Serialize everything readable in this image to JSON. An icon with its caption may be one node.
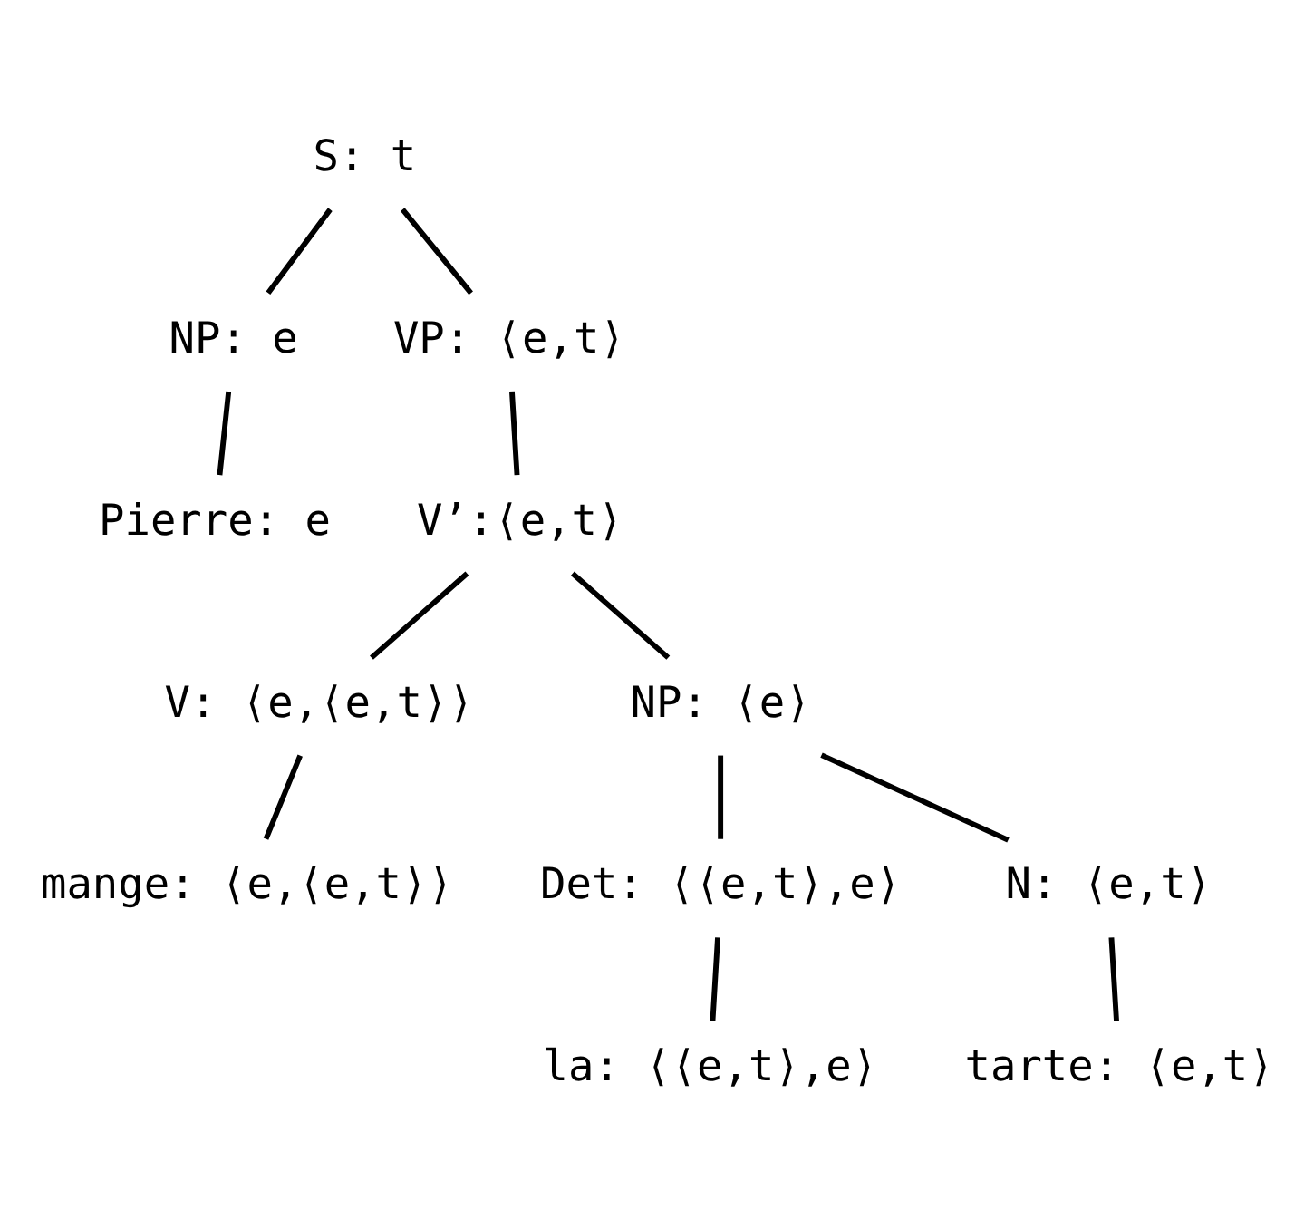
{
  "diagram": {
    "nodes": [
      {
        "text": [
          "S: t"
        ]
      },
      {
        "text": [
          "NP: e"
        ]
      },
      {
        "text": [
          "VP: ⟨e,t⟩"
        ]
      },
      {
        "text": [
          "Pierre: e"
        ]
      },
      {
        "text": [
          "V’:⟨e,t⟩"
        ]
      },
      {
        "text": [
          "V: ⟨e,⟨e,t⟩⟩"
        ]
      },
      {
        "text": [
          "NP: ⟨e⟩"
        ]
      },
      {
        "text": [
          "Det: ⟨⟨e,t⟩,e⟩"
        ]
      },
      {
        "text": [
          "N: ⟨e,t⟩"
        ]
      },
      {
        "text": [
          "mange: ⟨e,⟨e,t⟩⟩"
        ]
      },
      {
        "text": [
          "la: ⟨⟨e,t⟩,e⟩"
        ]
      },
      {
        "text": [
          "tarte: ⟨e,t⟩"
        ]
      }
    ],
    "edges": [
      {
        "from": 0,
        "to": 1,
        "arrow": "none"
      },
      {
        "from": 0,
        "to": 2,
        "arrow": "none"
      },
      {
        "from": 1,
        "to": 3,
        "arrow": "none"
      },
      {
        "from": 2,
        "to": 4,
        "arrow": "none"
      },
      {
        "from": 4,
        "to": 5,
        "arrow": "none"
      },
      {
        "from": 4,
        "to": 6,
        "arrow": "none"
      },
      {
        "from": 5,
        "to": 9,
        "arrow": "none"
      },
      {
        "from": 6,
        "to": 7,
        "arrow": "none"
      },
      {
        "from": 6,
        "to": 8,
        "arrow": "none"
      },
      {
        "from": 7,
        "to": 10,
        "arrow": "none"
      },
      {
        "from": 8,
        "to": 11,
        "arrow": "none"
      }
    ]
  }
}
